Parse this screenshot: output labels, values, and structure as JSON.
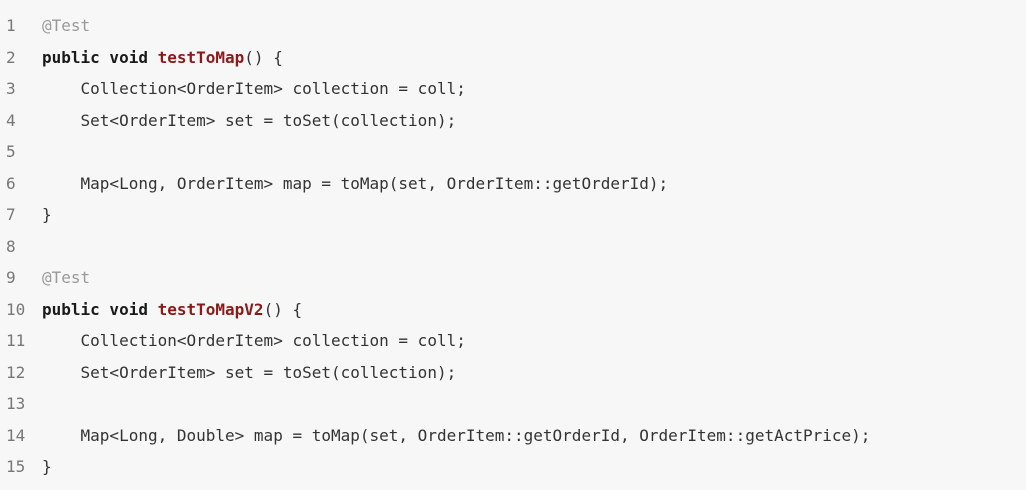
{
  "code": {
    "lines": [
      {
        "number": "1",
        "tokens": [
          {
            "type": "annotation",
            "text": "@Test"
          }
        ]
      },
      {
        "number": "2",
        "tokens": [
          {
            "type": "keyword",
            "text": "public void "
          },
          {
            "type": "method-name",
            "text": "testToMap"
          },
          {
            "type": "plain",
            "text": "() {"
          }
        ]
      },
      {
        "number": "3",
        "tokens": [
          {
            "type": "plain",
            "text": "    Collection<OrderItem> collection = coll;"
          }
        ]
      },
      {
        "number": "4",
        "tokens": [
          {
            "type": "plain",
            "text": "    Set<OrderItem> set = toSet(collection);"
          }
        ]
      },
      {
        "number": "5",
        "tokens": []
      },
      {
        "number": "6",
        "tokens": [
          {
            "type": "plain",
            "text": "    Map<Long, OrderItem> map = toMap(set, OrderItem::getOrderId);"
          }
        ]
      },
      {
        "number": "7",
        "tokens": [
          {
            "type": "plain",
            "text": "}"
          }
        ]
      },
      {
        "number": "8",
        "tokens": []
      },
      {
        "number": "9",
        "tokens": [
          {
            "type": "annotation",
            "text": "@Test"
          }
        ]
      },
      {
        "number": "10",
        "tokens": [
          {
            "type": "keyword",
            "text": "public void "
          },
          {
            "type": "method-name",
            "text": "testToMapV2"
          },
          {
            "type": "plain",
            "text": "() {"
          }
        ]
      },
      {
        "number": "11",
        "tokens": [
          {
            "type": "plain",
            "text": "    Collection<OrderItem> collection = coll;"
          }
        ]
      },
      {
        "number": "12",
        "tokens": [
          {
            "type": "plain",
            "text": "    Set<OrderItem> set = toSet(collection);"
          }
        ]
      },
      {
        "number": "13",
        "tokens": []
      },
      {
        "number": "14",
        "tokens": [
          {
            "type": "plain",
            "text": "    Map<Long, Double> map = toMap(set, OrderItem::getOrderId, OrderItem::getActPrice);"
          }
        ]
      },
      {
        "number": "15",
        "tokens": [
          {
            "type": "plain",
            "text": "}"
          }
        ]
      }
    ]
  }
}
